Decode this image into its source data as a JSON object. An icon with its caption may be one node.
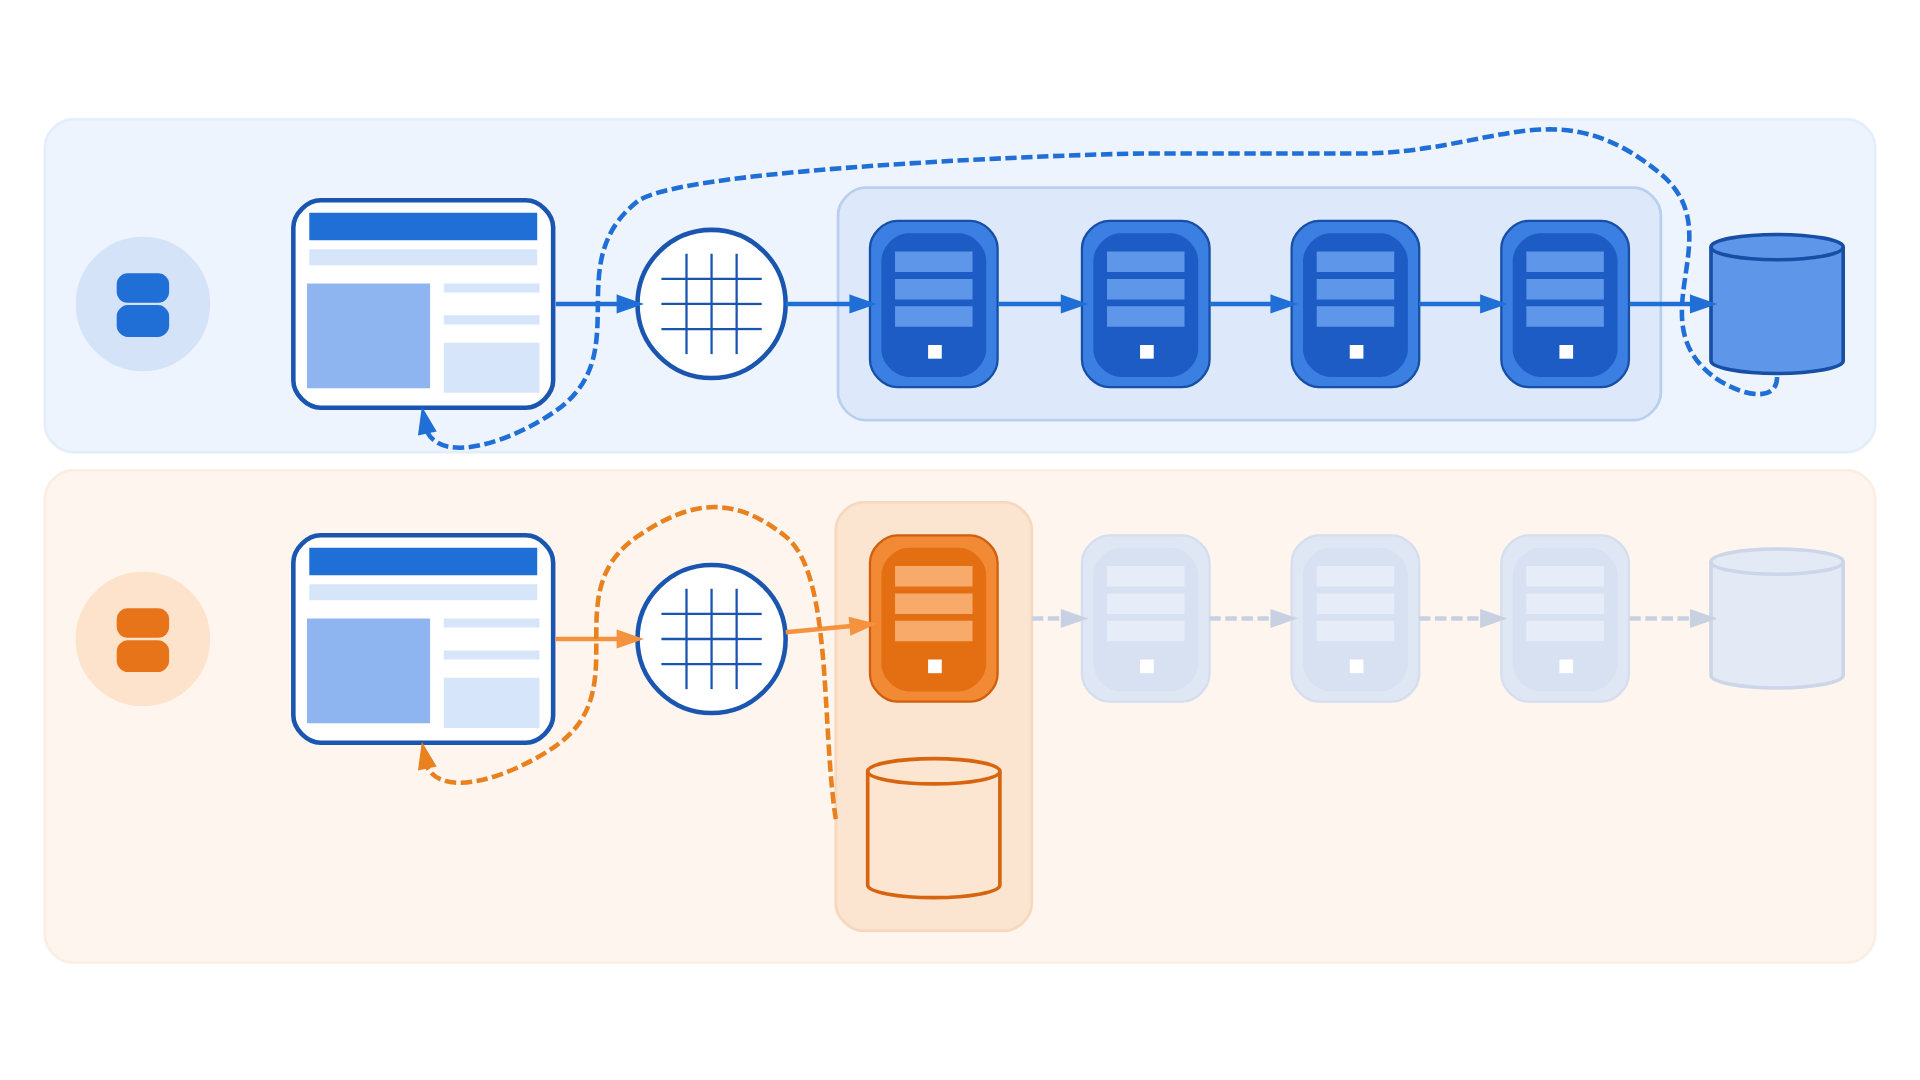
{
  "diagram": {
    "nodes": [
      {
        "text": [],
        "shape": "box"
      },
      {
        "text": [],
        "shape": "person",
        "in": 0
      },
      {
        "text": [],
        "shape": "picture",
        "in": 0
      },
      {
        "text": [],
        "shape": "picture",
        "in": 0
      },
      {
        "text": [],
        "shape": "box",
        "in": 0
      },
      {
        "text": [],
        "shape": "picture",
        "in": 4
      },
      {
        "text": [],
        "shape": "picture",
        "in": 4
      },
      {
        "text": [],
        "shape": "picture",
        "in": 4
      },
      {
        "text": [],
        "shape": "picture",
        "in": 4
      },
      {
        "text": [],
        "shape": "cylinder",
        "in": 0
      },
      {
        "text": [],
        "shape": "box"
      },
      {
        "text": [],
        "shape": "person",
        "in": 10
      },
      {
        "text": [],
        "shape": "picture",
        "in": 10
      },
      {
        "text": [],
        "shape": "picture",
        "in": 10
      },
      {
        "text": [],
        "shape": "box",
        "in": 10
      },
      {
        "text": [],
        "shape": "picture",
        "in": 14
      },
      {
        "text": [],
        "shape": "cylinder",
        "in": 14
      },
      {
        "text": [],
        "shape": "picture",
        "in": 10
      },
      {
        "text": [],
        "shape": "picture",
        "in": 10
      },
      {
        "text": [],
        "shape": "picture",
        "in": 10
      },
      {
        "text": [],
        "shape": "cylinder",
        "in": 10
      }
    ],
    "edges": [
      {
        "from": 2,
        "to": 3,
        "arrow": "to"
      },
      {
        "from": 3,
        "to": 5,
        "arrow": "to"
      },
      {
        "from": 5,
        "to": 6,
        "arrow": "to"
      },
      {
        "from": 6,
        "to": 7,
        "arrow": "to"
      },
      {
        "from": 7,
        "to": 8,
        "arrow": "to"
      },
      {
        "from": 8,
        "to": 9,
        "arrow": "to"
      },
      {
        "from": 9,
        "to": 2,
        "arrow": "to",
        "style": "dashed"
      },
      {
        "from": 12,
        "to": 13,
        "arrow": "to",
        "color": "#f5923e"
      },
      {
        "from": 13,
        "to": 15,
        "arrow": "to",
        "color": "#f5923e"
      },
      {
        "from": 14,
        "to": 17,
        "arrow": "to",
        "style": "dashed",
        "color": "#c8d1e1"
      },
      {
        "from": 17,
        "to": 18,
        "arrow": "to",
        "style": "dashed",
        "color": "#c8d1e1"
      },
      {
        "from": 18,
        "to": 19,
        "arrow": "to",
        "style": "dashed",
        "color": "#c8d1e1"
      },
      {
        "from": 19,
        "to": 20,
        "arrow": "to",
        "style": "dashed",
        "color": "#c8d1e1"
      },
      {
        "from": 14,
        "to": 12,
        "arrow": "to",
        "style": "dashed",
        "color": "#e9811f"
      }
    ]
  }
}
